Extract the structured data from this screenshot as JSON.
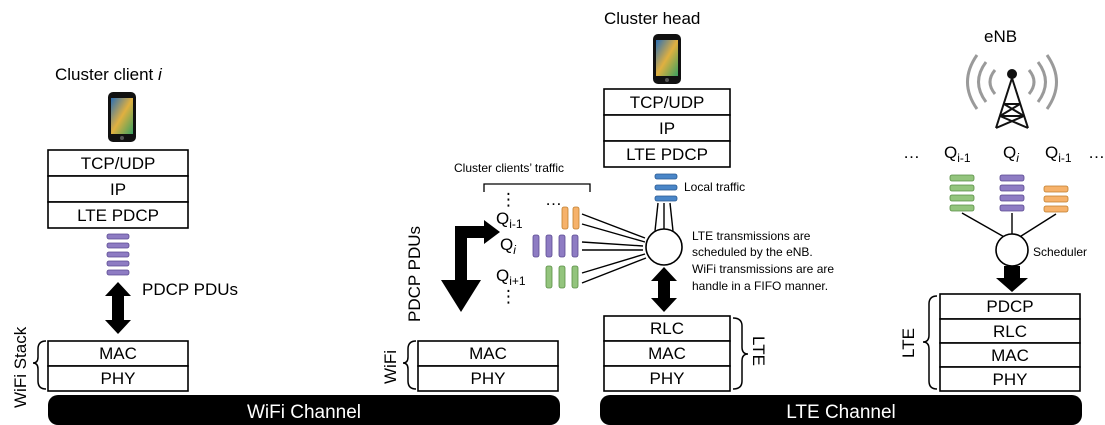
{
  "client": {
    "title": "Cluster client ",
    "title_index": "i",
    "stack": [
      "TCP/UDP",
      "IP",
      "LTE PDCP"
    ],
    "pdcp_label": "PDCP PDUs",
    "wifi_stack_label": "WiFi Stack",
    "lower": [
      "MAC",
      "PHY"
    ]
  },
  "head": {
    "title": "Cluster head",
    "stack": [
      "TCP/UDP",
      "IP",
      "LTE PDCP"
    ],
    "local_traffic": "Local traffic",
    "clients_traffic": "Cluster clients’ traffic",
    "pdcp_label": "PDCP PDUs",
    "wifi_label": "WiFi",
    "wifi_stack": [
      "MAC",
      "PHY"
    ],
    "lte_label": "LTE",
    "lte_stack": [
      "RLC",
      "MAC",
      "PHY"
    ],
    "queues": {
      "q_prev_base": "Q",
      "q_prev_sub": "i-1",
      "q_cur_base": "Q",
      "q_cur_sub": "i",
      "q_next_base": "Q",
      "q_next_sub": "i+1"
    },
    "dots_v": "⋮",
    "dots_h": "…",
    "note": [
      "LTE transmissions are",
      "scheduled by the eNB.",
      "WiFi transmissions are are",
      "handle in a FIFO manner."
    ]
  },
  "enb": {
    "title": "eNB",
    "q1_base": "Q",
    "q1_sub": "i-1",
    "q2_base": "Q",
    "q2_sub": "i",
    "q3_base": "Q",
    "q3_sub": "i-1",
    "dots": "…",
    "scheduler": "Scheduler",
    "lte_label": "LTE",
    "stack": [
      "PDCP",
      "RLC",
      "MAC",
      "PHY"
    ]
  },
  "channels": {
    "wifi": "WiFi Channel",
    "lte": "LTE Channel"
  },
  "colors": {
    "purple": "#8e7cc3",
    "green": "#93c47d",
    "orange": "#f6b26b",
    "blue": "#4a86c8",
    "channel": "#000000"
  }
}
